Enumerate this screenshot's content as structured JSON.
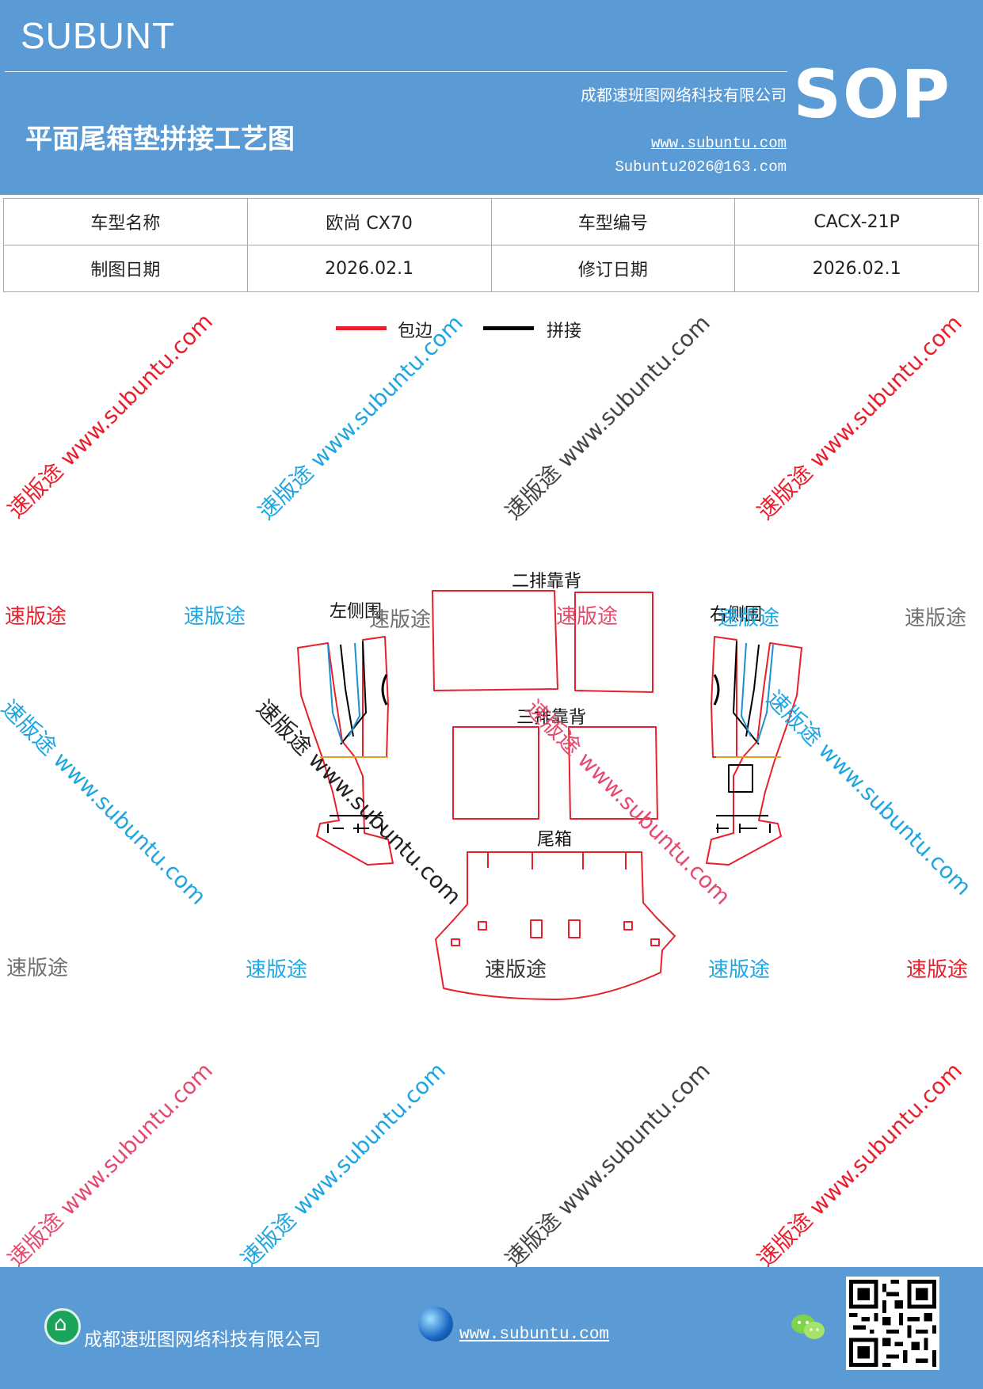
{
  "header": {
    "brand": "SUBUNT",
    "company": "成都速班图网络科技有限公司",
    "title": "平面尾箱垫拼接工艺图",
    "website": "www.subuntu.com",
    "email": "Subuntu2026@163.com",
    "badge": "SOP"
  },
  "info_table": {
    "rows": [
      [
        "车型名称",
        "欧尚 CX70",
        "车型编号",
        "CACX-21P"
      ],
      [
        "制图日期",
        "2026.02.1",
        "修订日期",
        "2026.02.1"
      ]
    ]
  },
  "legend": {
    "items": [
      {
        "label": "包边",
        "color": "#e8202e"
      },
      {
        "label": "拼接",
        "color": "#000000"
      }
    ]
  },
  "diagram": {
    "labels": {
      "second_row_back": "二排靠背",
      "third_row_back": "三排靠背",
      "left_side": "左侧围",
      "right_side": "右侧围",
      "trunk": "尾箱"
    },
    "colors": {
      "hem": "#e8202e",
      "seam": "#000000",
      "blue": "#1f8fd0",
      "orange": "#e89a2a"
    }
  },
  "watermarks": {
    "short": "速版途",
    "long": "速版途 www.subuntu.com",
    "url": "www.subuntu.com"
  },
  "footer": {
    "company": "成都速班图网络科技有限公司",
    "website": "www.subuntu.com"
  }
}
